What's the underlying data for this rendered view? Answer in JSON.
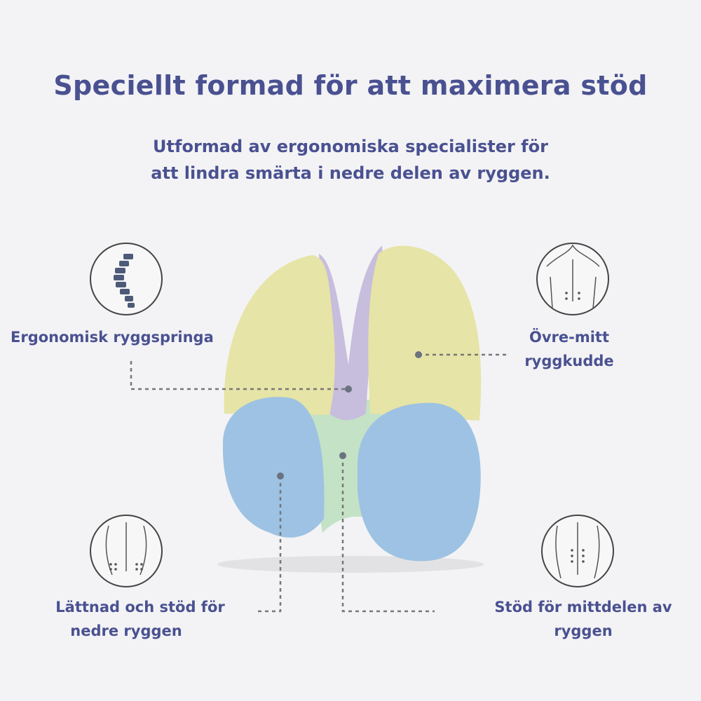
{
  "title": "Speciellt formad för att maximera stöd",
  "subtitle": [
    "Utformad av ergonomiska specialister för",
    "att lindra smärta i nedre delen av ryggen."
  ],
  "features": {
    "spine_groove": {
      "label": [
        "Ergonomisk ryggspringa"
      ],
      "icon": "spine-icon"
    },
    "upper_mid": {
      "label": [
        "Övre-mitt",
        "ryggkudde"
      ],
      "icon": "upper-back-icon"
    },
    "lower_back": {
      "label": [
        "Lättnad och stöd för",
        "nedre ryggen"
      ],
      "icon": "lower-back-icon"
    },
    "mid_back": {
      "label": [
        "Stöd för mittdelen av",
        "ryggen"
      ],
      "icon": "mid-back-icon"
    }
  },
  "colors": {
    "text": "#4a5191",
    "yellow": "#e6e4a6",
    "purple": "#c7bddd",
    "green": "#c4e2c6",
    "blue": "#9dc2e3",
    "line": "#777777"
  }
}
